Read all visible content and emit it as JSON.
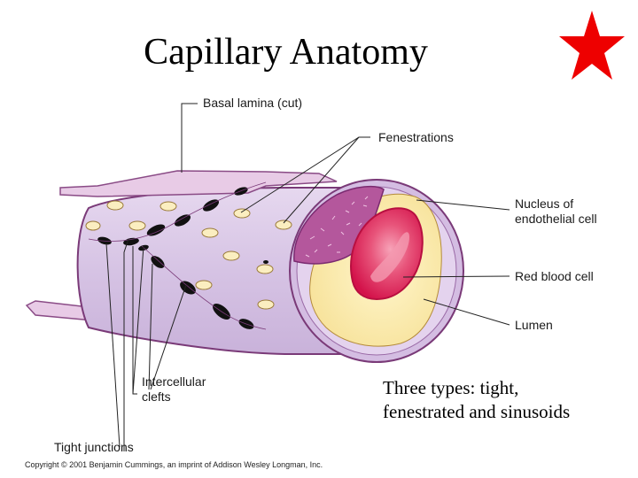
{
  "title": "Capillary Anatomy",
  "labels": {
    "basal_lamina": "Basal lamina (cut)",
    "fenestrations": "Fenestrations",
    "nucleus_line1": "Nucleus of",
    "nucleus_line2": "endothelial cell",
    "red_blood_cell": "Red blood cell",
    "lumen": "Lumen",
    "clefts_line1": "Intercellular",
    "clefts_line2": "clefts",
    "tight_junctions": "Tight junctions"
  },
  "note": {
    "line1": "Three types: tight,",
    "line2": "fenestrated and sinusoids"
  },
  "copyright": "Copyright © 2001 Benjamin Cummings, an imprint of Addison Wesley Longman, Inc.",
  "colors": {
    "wall": "#d9c6e6",
    "outline": "#7a3a78",
    "basal": "#e8cbe6",
    "lumen": "#fbeeb0",
    "rbc_outer": "#d8164e",
    "rbc_inner": "#ef6a8c",
    "nucleus": "#b4579c",
    "star": "#ee0000"
  }
}
